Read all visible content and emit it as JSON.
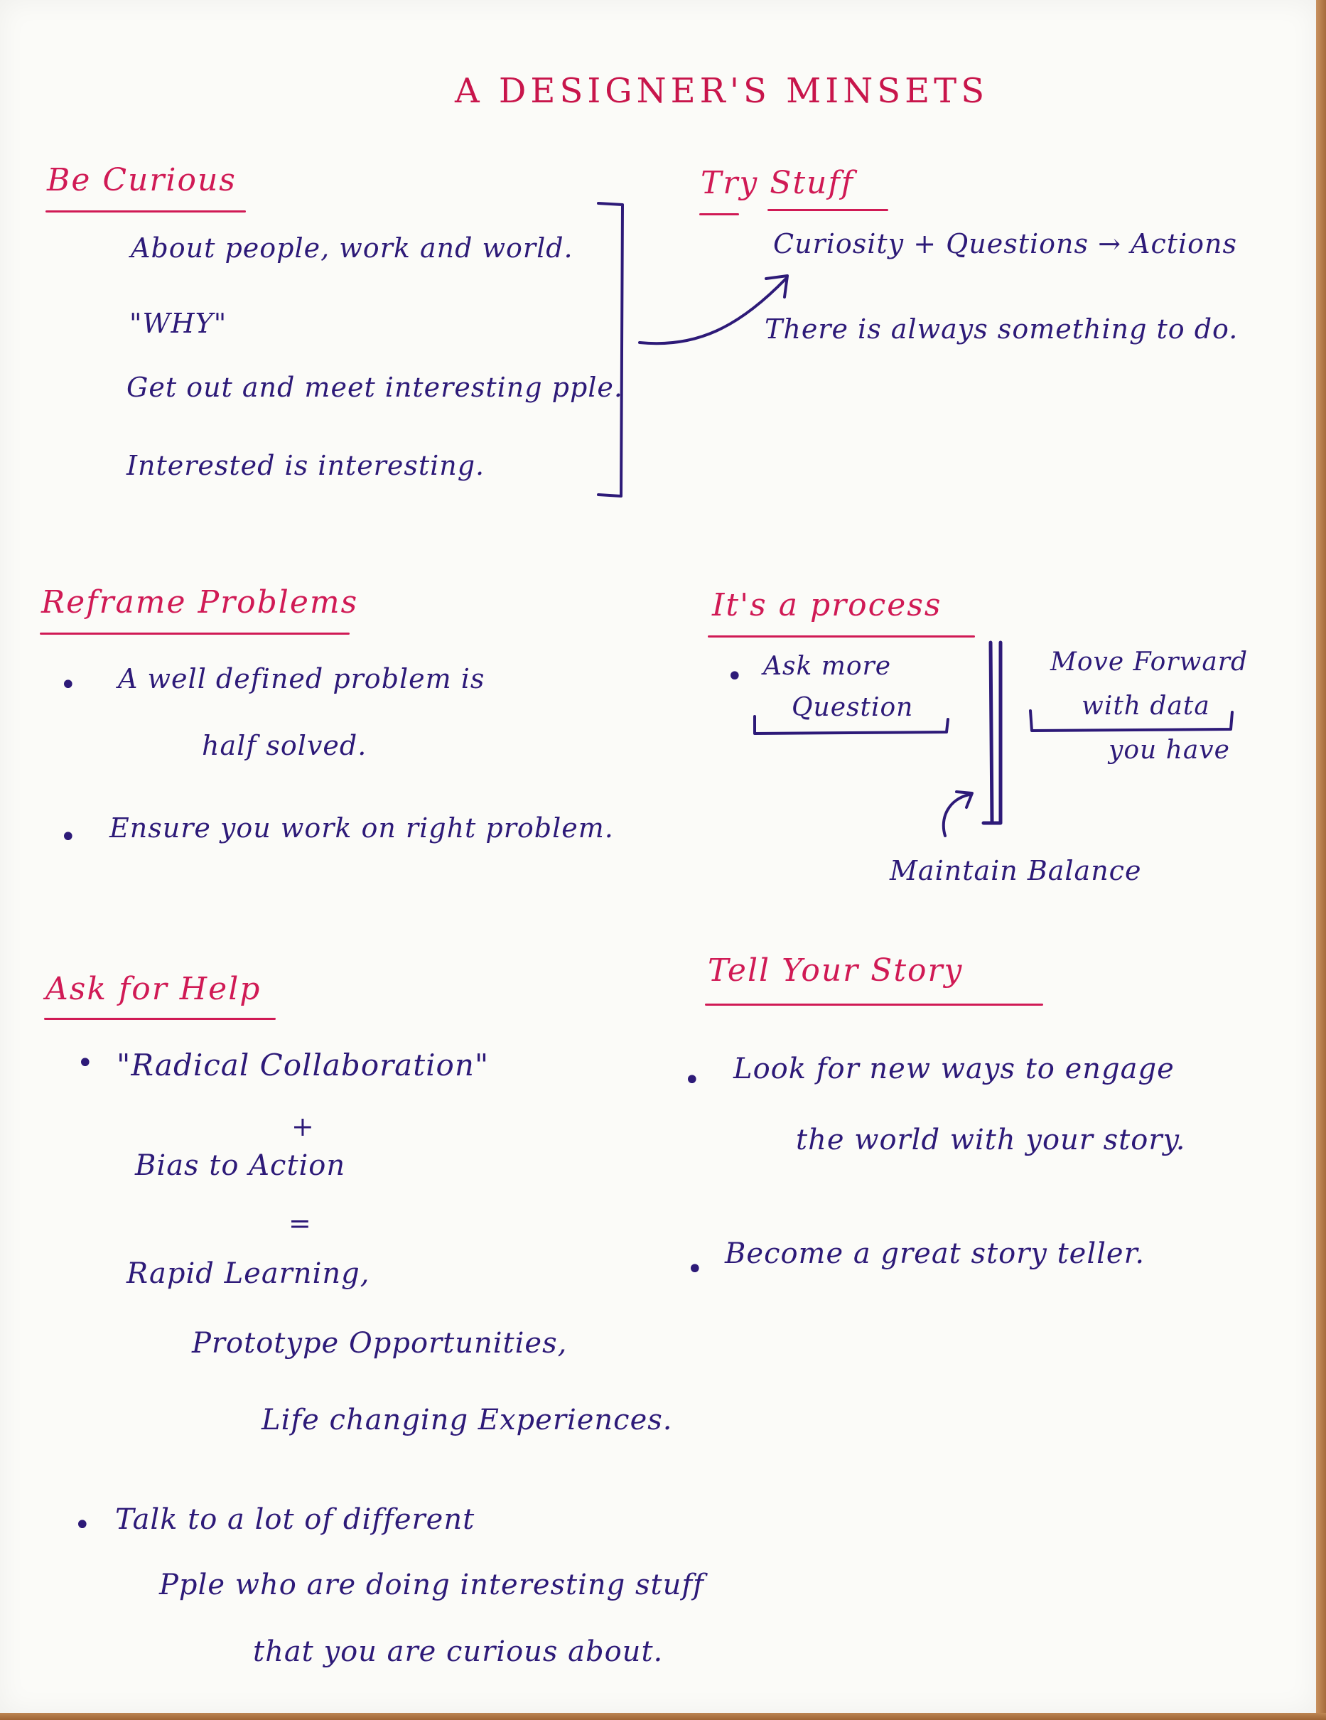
{
  "title": "A DESIGNER'S MINSETS",
  "be_curious": {
    "heading": "Be Curious",
    "lines": [
      "About people, work and world.",
      "\"WHY\"",
      "Get out and meet interesting pple.",
      "Interested is interesting."
    ]
  },
  "try_stuff": {
    "heading": "Try Stuff",
    "formula": "Curiosity + Questions → Actions",
    "note": "There is always something to do."
  },
  "reframe": {
    "heading": "Reframe Problems",
    "bullet1_line1": "A well defined problem is",
    "bullet1_line2": "half solved.",
    "bullet2": "Ensure you work on right problem."
  },
  "process": {
    "heading": "It's a process",
    "ask_line1": "Ask more",
    "ask_line2": "Question",
    "move_line1": "Move Forward",
    "move_line2": "with data",
    "move_line3": "you have",
    "balance": "Maintain Balance"
  },
  "ask_help": {
    "heading": "Ask for Help",
    "l1": "\"Radical Collaboration\"",
    "l2": "+",
    "l3": "Bias to Action",
    "l4": "=",
    "l5": "Rapid Learning,",
    "l6": "Prototype Opportunities,",
    "l7": "Life changing Experiences.",
    "t1": "Talk to a lot of different",
    "t2": "Pple who are doing interesting stuff",
    "t3": "that you are curious about."
  },
  "story": {
    "heading": "Tell Your Story",
    "b1_line1": "Look for new ways to engage",
    "b1_line2": "the world with your story.",
    "b2": "Become a great story teller."
  },
  "bullet_char": "•",
  "colors": {
    "heading_ink": "#d01a55",
    "body_ink": "#2d1a78",
    "paper": "#fbfbf8"
  }
}
